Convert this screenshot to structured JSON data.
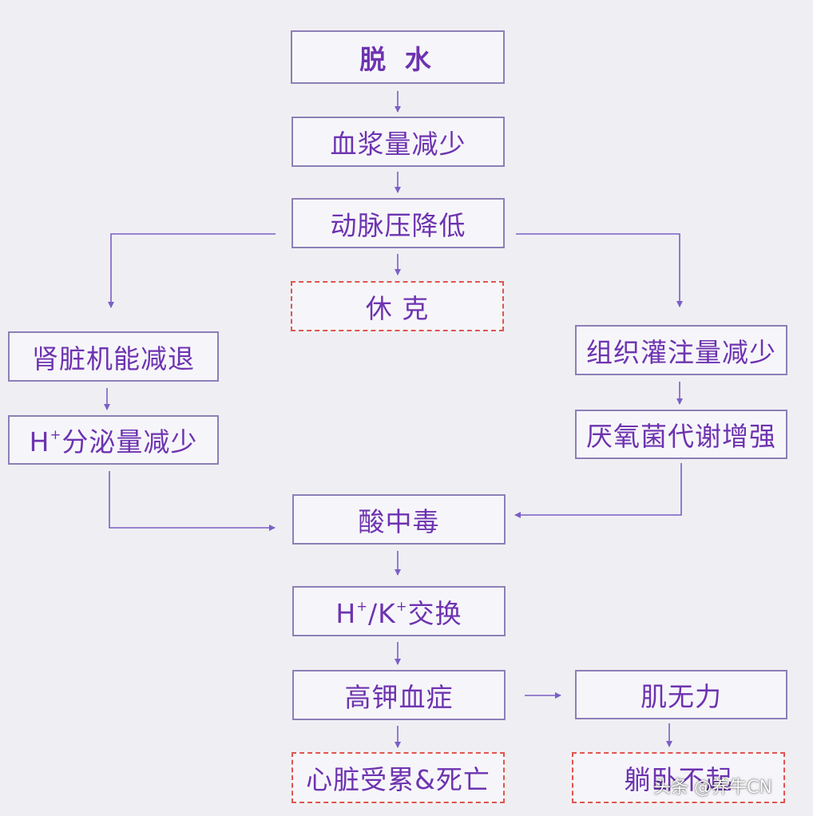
{
  "colors": {
    "text": "#6e33b0",
    "border": "#8d7fb6",
    "dashed_border": "#e0554f",
    "arrow": "#7b5fc6",
    "background": "#efeff3"
  },
  "nodes": {
    "dehydration": "脱 水",
    "plasma_volume_decrease": "血浆量减少",
    "arterial_pressure_drop": "动脉压降低",
    "shock": "休 克",
    "renal_function_decline": "肾脏机能减退",
    "h_secretion_decrease": {
      "prefix": "H",
      "sup": "+",
      "suffix": "分泌量减少"
    },
    "tissue_perfusion_decrease": "组织灌注量减少",
    "anaerobic_metabolism_increase": "厌氧菌代谢增强",
    "acidosis": "酸中毒",
    "h_k_exchange": {
      "h": "H",
      "sup1": "+",
      "sep": "/K",
      "sup2": "+",
      "suffix": "交换"
    },
    "hyperkalemia": "高钾血症",
    "muscle_weakness": "肌无力",
    "heart_burden_death": "心脏受累&死亡",
    "bedridden": "躺卧不起"
  },
  "watermark": "头条 @养牛CN"
}
